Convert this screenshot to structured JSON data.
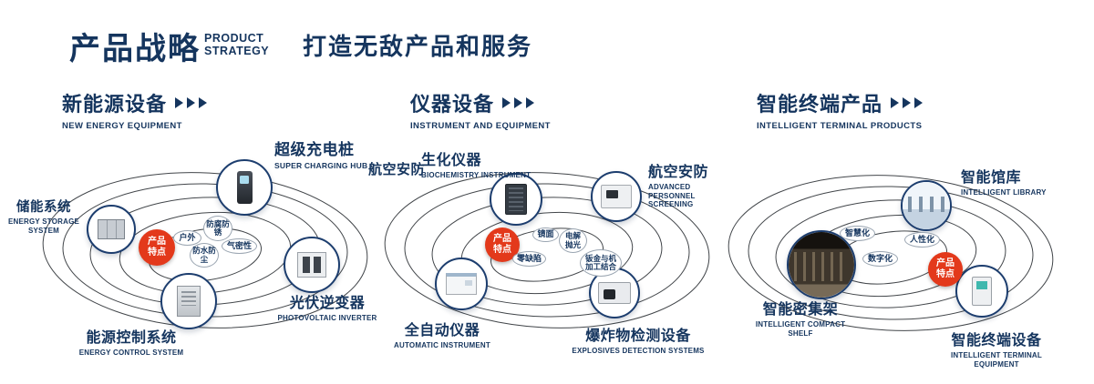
{
  "header": {
    "title": "产品战略",
    "subtitle_top": "PRODUCT",
    "subtitle_bottom": "STRATEGY",
    "tagline": "打造无敌产品和服务"
  },
  "badge": {
    "line1": "产品",
    "line2": "特点"
  },
  "colors": {
    "navy": "#15355E",
    "red": "#E3391B"
  },
  "sections": [
    {
      "title": "新能源设备",
      "subtitle": "NEW ENERGY EQUIPMENT",
      "items": [
        {
          "name": "储能系统",
          "en": "ENERGY STORAGE SYSTEM",
          "icon": "energy-storage-icon"
        },
        {
          "name": "超级充电桩",
          "en": "SUPER CHARGING HUB",
          "icon": "charging-hub-icon"
        },
        {
          "name": "光伏逆变器",
          "en": "PHOTOVOLTAIC INVERTER",
          "icon": "inverter-icon"
        },
        {
          "name": "能源控制系统",
          "en": "ENERGY CONTROL SYSTEM",
          "icon": "control-system-icon"
        }
      ],
      "tags": [
        "防腐防锈",
        "户外",
        "气密性",
        "防水防尘"
      ]
    },
    {
      "title": "仪器设备",
      "subtitle": "INSTRUMENT AND EQUIPMENT",
      "aviation_label": "航空安防",
      "items": [
        {
          "name": "生化仪器",
          "en": "BIOCHEMISTRY INSTRUMENT",
          "icon": "biochemistry-rack-icon"
        },
        {
          "name": "航空安防",
          "en": "ADVANCED PERSONNEL SCREENING",
          "icon": "personnel-screening-icon"
        },
        {
          "name": "全自动仪器",
          "en": "AUTOMATIC INSTRUMENT",
          "icon": "automatic-instrument-icon"
        },
        {
          "name": "爆炸物检测设备",
          "en": "EXPLOSIVES DETECTION SYSTEMS",
          "icon": "explosives-detection-icon"
        }
      ],
      "tags": [
        "镜面",
        "电解抛光",
        "零缺陷",
        "钣金与机加工结合"
      ]
    },
    {
      "title": "智能终端产品",
      "subtitle": "INTELLIGENT TERMINAL PRODUCTS",
      "items": [
        {
          "name": "智能馆库",
          "en": "INTELLIGENT LIBRARY",
          "icon": "intelligent-library-icon"
        },
        {
          "name": "智能密集架",
          "en": "INTELLIGENT COMPACT SHELF",
          "icon": "compact-shelf-icon"
        },
        {
          "name": "智能终端设备",
          "en": "INTELLIGENT TERMINAL EQUIPMENT",
          "icon": "terminal-kiosk-icon"
        }
      ],
      "tags": [
        "智慧化",
        "人性化",
        "数字化"
      ]
    }
  ]
}
